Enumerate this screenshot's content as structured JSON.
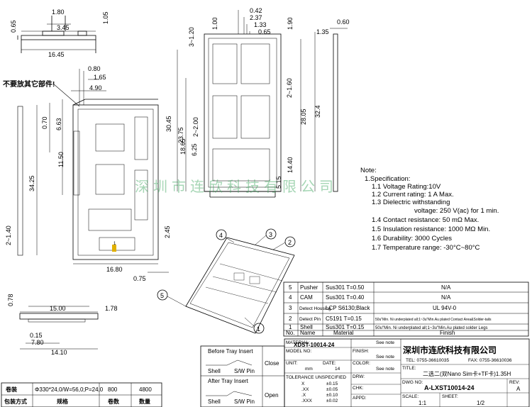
{
  "colors": {
    "line": "#000000",
    "watermark": "#3aa55a",
    "pin_mark": "#e0b000",
    "background": "#ffffff"
  },
  "top_view": {
    "dims": [
      "0.65",
      "1.80",
      "3.45",
      "1.05",
      "16.45"
    ]
  },
  "front_view": {
    "callout": "不要放其它部件!",
    "dims": [
      "0.80",
      "1.65",
      "4.90",
      "6.63",
      "0.70",
      "11.50",
      "34.25",
      "2~1.40",
      "2.45",
      "16.80",
      "0.75"
    ],
    "pin_label": "1"
  },
  "tray_view": {
    "dims": [
      "0.42",
      "2.37",
      "1.33",
      "0.65",
      "3~1.20",
      "1.00",
      "1.90",
      "30.45",
      "23.75",
      "2~2.00",
      "2~1.60",
      "18.65",
      "28.05",
      "32.4",
      "6.25",
      "14.40",
      "5.15"
    ]
  },
  "side_view_right": {
    "dims": [
      "0.60",
      "1.35"
    ]
  },
  "bottom_view": {
    "dims": [
      "0.78",
      "15.00",
      "1.78",
      "0.15",
      "7.80",
      "14.10"
    ]
  },
  "watermark": "深圳市连欣科技有限公司",
  "iso_view": {
    "balloons": [
      "1",
      "2",
      "3",
      "4",
      "5"
    ]
  },
  "notes": {
    "heading": "Note:",
    "items": [
      "1.Specification:",
      "1.1  Voltage Rating:10V",
      "1.2  Current rating: 1 A Max.",
      "1.3  Dielectric withstanding",
      "voltage: 250 V(ac) for 1 min.",
      "1.4  Contact resistance: 50 mΩ Max.",
      "1.5  Insulation resistance: 1000 MΩ Min.",
      "1.6  Durability: 3000 Cycles",
      "1.7  Temperature range: -30°C~80°C"
    ]
  },
  "bom": {
    "header": [
      "No.",
      "Name",
      "Material",
      "Finish"
    ],
    "rows": [
      [
        "5",
        "Pusher",
        "Sus301  T=0.50",
        "N/A"
      ],
      [
        "4",
        "CAM",
        "Sus301  T=0.40",
        "N/A"
      ],
      [
        "3",
        "Detect Housing",
        "LCP S6130;Black",
        "UL 94V-0"
      ],
      [
        "2",
        "Detect Pin",
        "C5191  T=0.15",
        "50u\"Min. Ni underplated all;1~3u\"Min.Au plated Contact Area&Solder-tails"
      ],
      [
        "1",
        "Shell",
        "Sus301  T=0.15",
        "50u\"Min. Ni underplated all;1~3u\"Min.Au plated solder Legs"
      ]
    ]
  },
  "status": {
    "before_title": "Before Tray Insert",
    "after_title": "After Tray Insert",
    "shell": "Shell",
    "pin": "S/W Pin",
    "close": "Close",
    "open": "Open"
  },
  "title_block": {
    "material_label": "MATERIAL:",
    "material_value": "See note",
    "model_label": "MODEL NO:",
    "model_value": "XDST-10014-24",
    "finish_label": "FINISH:",
    "finish_value": "See note",
    "unit_label": "UNIT:",
    "unit_value": "mm",
    "date_label": "DATE:",
    "date_value": "14",
    "color_label": "COLOR:",
    "color_value": "See note",
    "tolerance_label": "TOLERANCE UNSPECIFIED",
    "tol_rows": [
      [
        "X",
        "±0.15"
      ],
      [
        ".XX",
        "±0.05"
      ],
      [
        ".X",
        "±0.10"
      ],
      [
        ".XXX",
        "±0.02"
      ]
    ],
    "drawn_label": "DRW:",
    "check_label": "CHK:",
    "appd_label": "APPD:",
    "company": "深圳市连欣科技有限公司",
    "tel": "TEL: 0755-36610035",
    "fax": "FAX: 0755-36610036",
    "title_label": "TITLE:",
    "title": "二选二(双Nano Sim卡+TF卡)1.35H",
    "dwg_label": "DWG NO:",
    "dwg_no": "A-LXST10014-24",
    "rev_label": "REV:",
    "rev": "A",
    "scale_label": "SCALE:",
    "scale": "1:1",
    "sheet_label": "SHEET:",
    "sheet": "1/2"
  },
  "packing": {
    "headers": [
      "卷装",
      "规格",
      "卷数",
      "数量"
    ],
    "values": [
      "包装方式",
      "Φ330*24,0/W=56,0;P=24,0",
      "800",
      "4800"
    ]
  }
}
